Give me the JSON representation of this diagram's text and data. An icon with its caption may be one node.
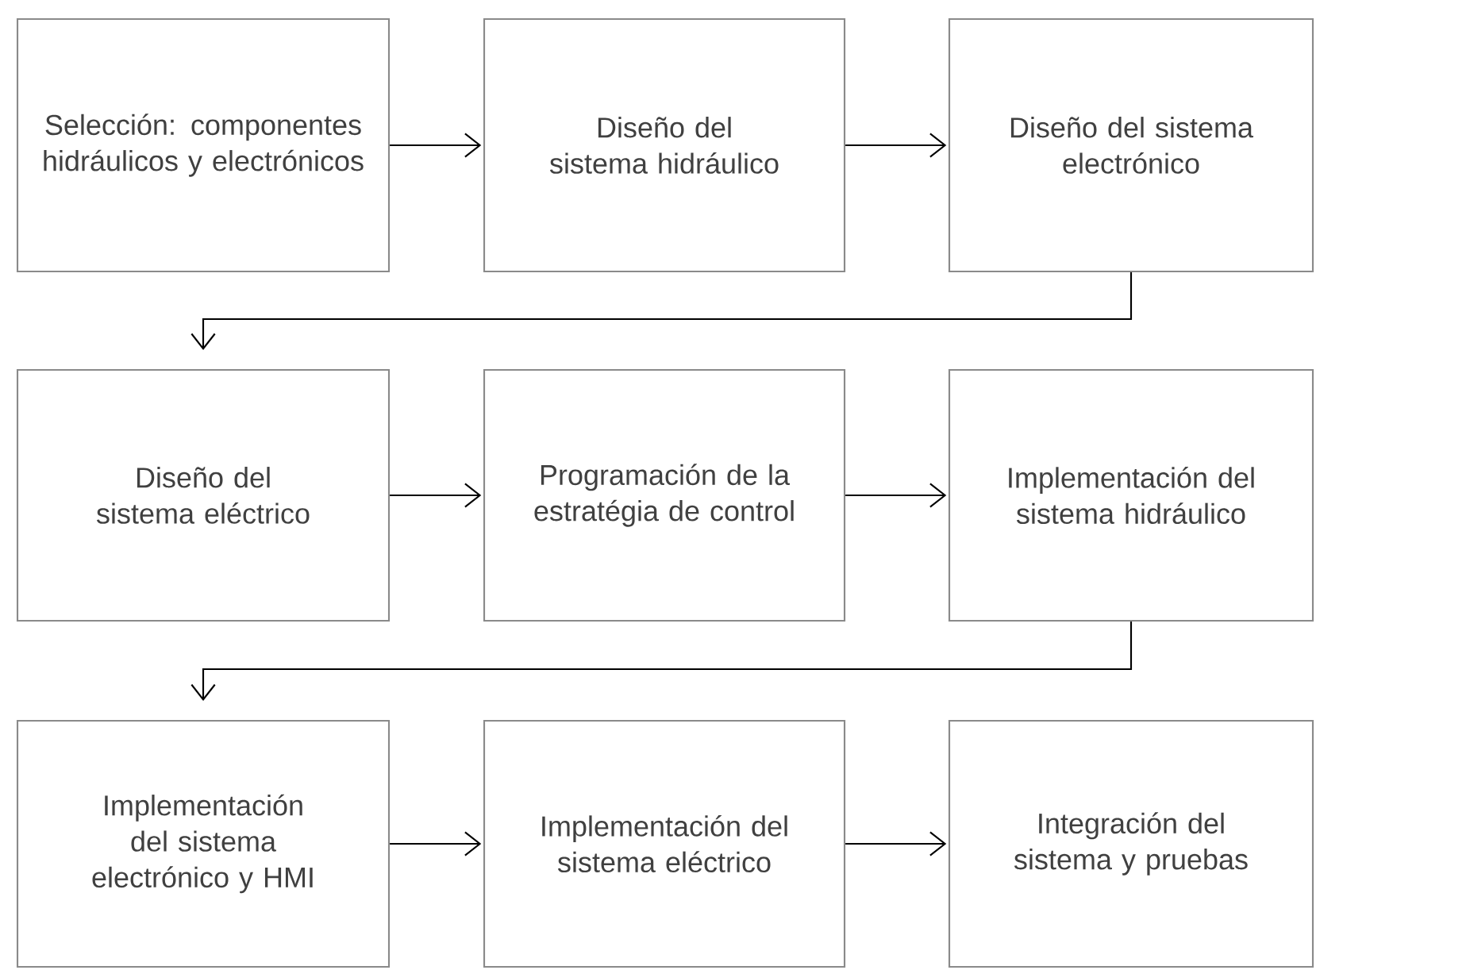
{
  "diagram": {
    "nodes": [
      {
        "text": [
          "Selección: componentes hidráulicos y electrónicos"
        ]
      },
      {
        "text": [
          "Diseño del sistema hidráulico"
        ]
      },
      {
        "text": [
          "Diseño del sistema electrónico"
        ]
      },
      {
        "text": [
          "Diseño del sistema eléctrico"
        ]
      },
      {
        "text": [
          "Programación de la estratégia de control"
        ]
      },
      {
        "text": [
          "Implementación del sistema hidráulico"
        ]
      },
      {
        "text": [
          "Implementación del sistema electrónico y HMI"
        ]
      },
      {
        "text": [
          "Implementación del sistema eléctrico"
        ]
      },
      {
        "text": [
          "Integración del sistema y pruebas"
        ]
      }
    ],
    "edges": [
      {
        "from": 0,
        "to": 1,
        "arrow": "to"
      },
      {
        "from": 1,
        "to": 2,
        "arrow": "to"
      },
      {
        "from": 2,
        "to": 3,
        "arrow": "to"
      },
      {
        "from": 3,
        "to": 4,
        "arrow": "to"
      },
      {
        "from": 4,
        "to": 5,
        "arrow": "to"
      },
      {
        "from": 5,
        "to": 6,
        "arrow": "to"
      },
      {
        "from": 6,
        "to": 7,
        "arrow": "to"
      },
      {
        "from": 7,
        "to": 8,
        "arrow": "to"
      }
    ]
  }
}
